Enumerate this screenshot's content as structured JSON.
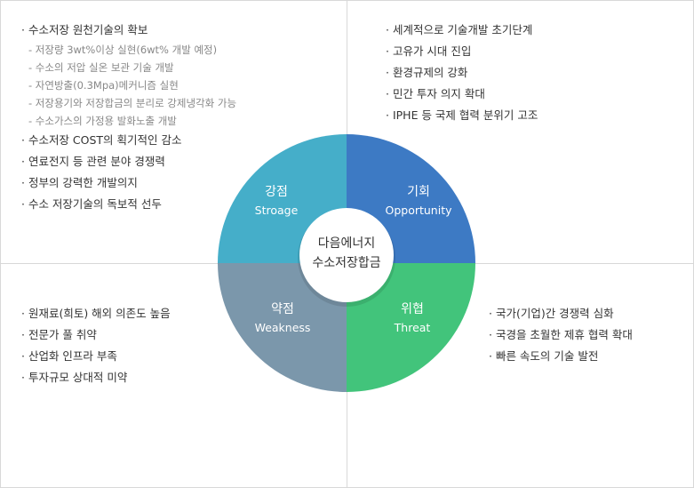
{
  "center": {
    "line1": "다음에너지",
    "line2": "수소저장합금"
  },
  "colors": {
    "strength": "#45aec9",
    "opportunity": "#3d7ac4",
    "weakness": "#7b97ab",
    "threat": "#42c47b"
  },
  "segments": {
    "strength": {
      "title": "강점",
      "subtitle": "Stroage"
    },
    "opportunity": {
      "title": "기회",
      "subtitle": "Opportunity"
    },
    "weakness": {
      "title": "약점",
      "subtitle": "Weakness"
    },
    "threat": {
      "title": "위협",
      "subtitle": "Threat"
    }
  },
  "strengths": {
    "items": [
      {
        "text": "· 수소저장 원천기술의 확보"
      },
      {
        "text": "- 저장량 3wt%이상 실현(6wt% 개발 예정)",
        "sub": true
      },
      {
        "text": "- 수소의 저압 실온 보관 기술 개발",
        "sub": true
      },
      {
        "text": "- 자연방출(0.3Mpa)메커니즘 실현",
        "sub": true
      },
      {
        "text": "- 저장용기와 저장합금의 분리로 강제냉각화 가능",
        "sub": true
      },
      {
        "text": "- 수소가스의 가정용 발화노출 개발",
        "sub": true
      },
      {
        "text": "· 수소저장 COST의 획기적인 감소"
      },
      {
        "text": "· 연료전지 등 관련 분야 경쟁력"
      },
      {
        "text": "· 정부의 강력한 개발의지"
      },
      {
        "text": "· 수소 저장기술의 독보적 선두"
      }
    ]
  },
  "opportunities": {
    "items": [
      "· 세계적으로 기술개발 초기단계",
      "· 고유가 시대 진입",
      "· 환경규제의 강화",
      "· 민간 투자 의지 확대",
      "· IPHE 등 국제 협력 분위기 고조"
    ]
  },
  "weaknesses": {
    "items": [
      "· 원재료(희토) 해외 의존도 높음",
      "· 전문가 풀 취약",
      "· 산업화 인프라 부족",
      "· 투자규모 상대적 미약"
    ]
  },
  "threats": {
    "items": [
      "· 국가(기업)간 경쟁력 심화",
      "· 국경을 초월한 제휴 협력 확대",
      "· 빠른 속도의 기술 발전"
    ]
  }
}
